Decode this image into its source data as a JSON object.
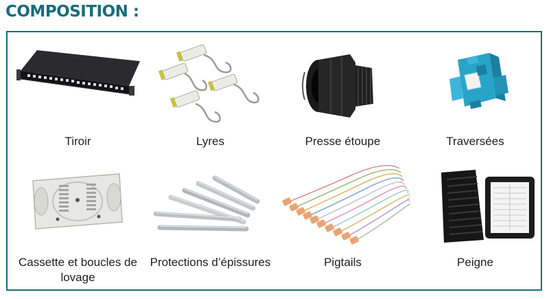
{
  "page": {
    "title": "COMPOSITION :"
  },
  "colors": {
    "accent": "#1a6b7c",
    "text": "#1e1e1e"
  },
  "items": [
    {
      "label": "Tiroir",
      "icon": "patch-panel-drawer-icon"
    },
    {
      "label": "Lyres",
      "icon": "lyre-clips-icon"
    },
    {
      "label": "Presse étoupe",
      "icon": "cable-gland-icon"
    },
    {
      "label": "Traversées",
      "icon": "fiber-adapter-icon"
    },
    {
      "label": "Cassette et boucles de lovage",
      "icon": "splice-cassette-icon"
    },
    {
      "label": "Protections d’épissures",
      "icon": "splice-protection-sleeves-icon"
    },
    {
      "label": "Pigtails",
      "icon": "pigtails-icon"
    },
    {
      "label": "Peigne",
      "icon": "splice-comb-icon"
    }
  ]
}
